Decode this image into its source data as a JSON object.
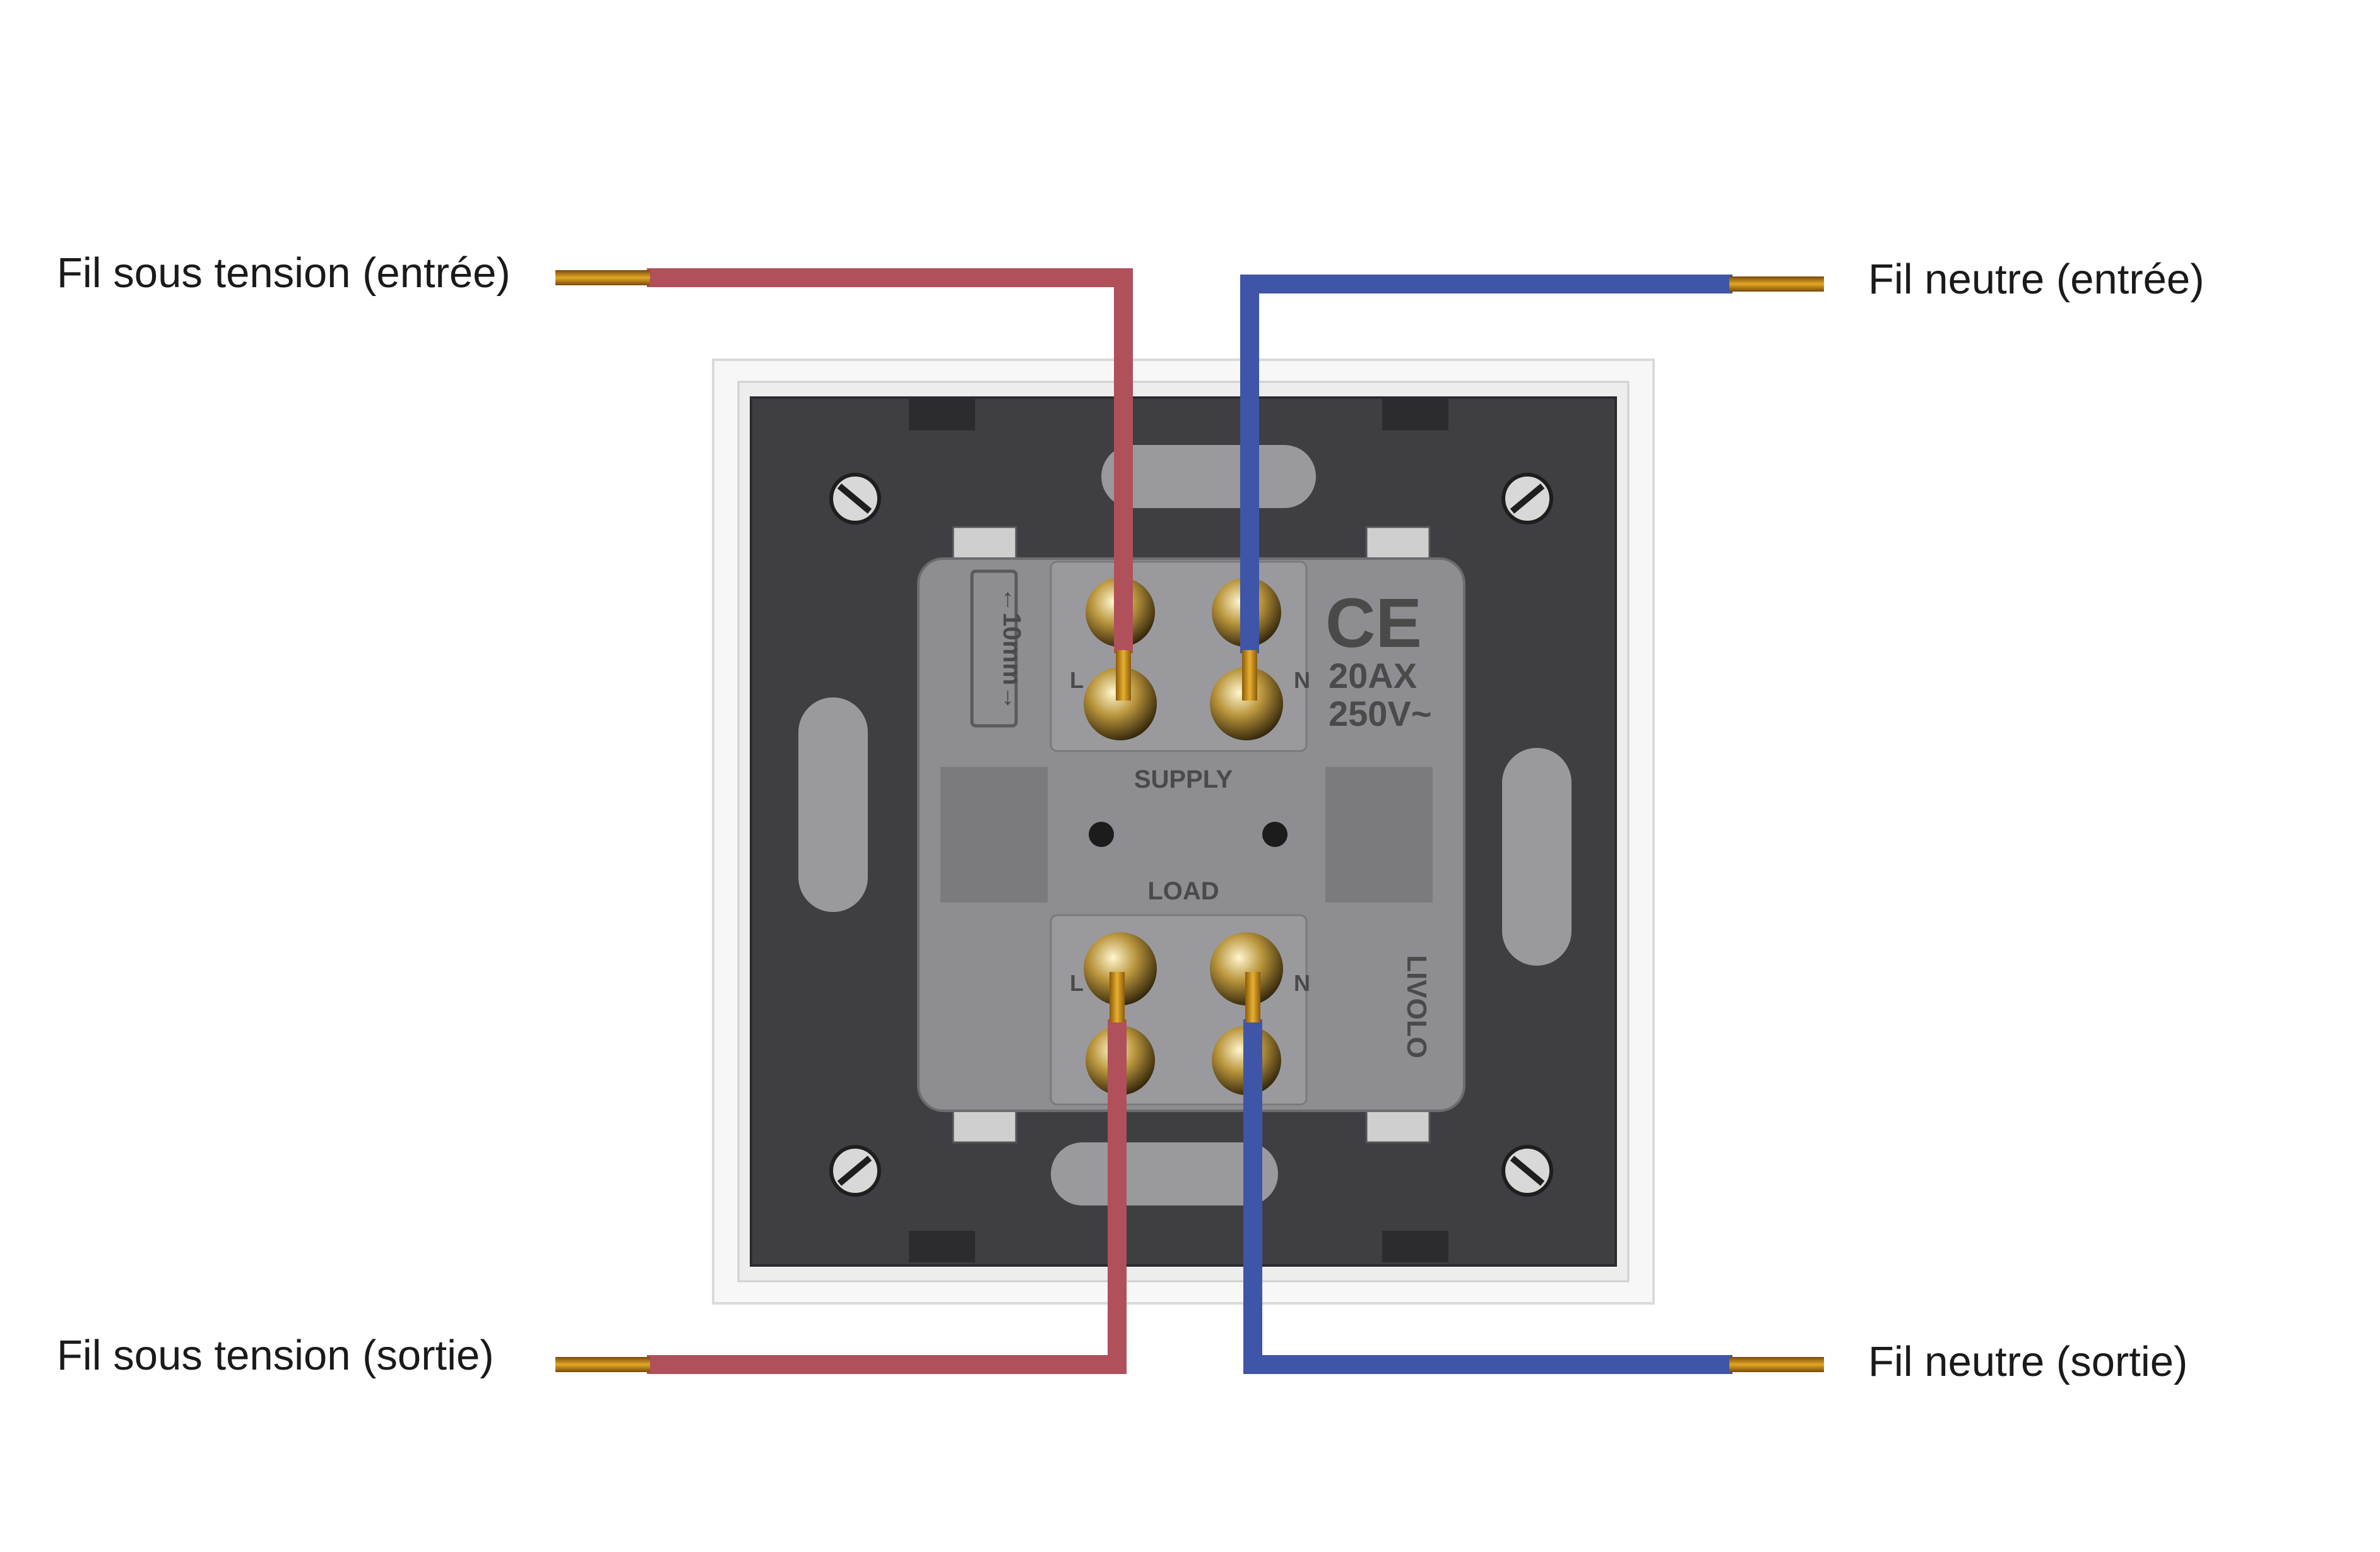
{
  "labels": {
    "live_in": "Fil sous tension (entrée)",
    "neutral_in": "Fil neutre (entrée)",
    "live_out": "Fil sous tension (sortie)",
    "neutral_out": "Fil neutre (sortie)"
  },
  "terminal_block": {
    "strip_gauge": "←10mm→",
    "terminal_L_top": "L",
    "terminal_N_top": "N",
    "supply": "SUPPLY",
    "load": "LOAD",
    "terminal_L_bottom": "L",
    "terminal_N_bottom": "N",
    "ce_mark": "CE",
    "rating_current": "20AX",
    "rating_voltage": "250V~",
    "brand": "LIVOLO"
  },
  "colors": {
    "live_wire": "#b0505a",
    "neutral_wire": "#3f55a8",
    "copper_tip": "#c89018",
    "plate_dark": "#3e3e43",
    "terminal_grey": "#8e8e92",
    "frame_white": "#f4f4f4"
  }
}
